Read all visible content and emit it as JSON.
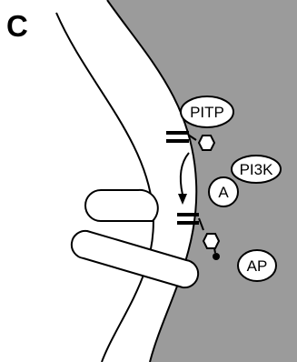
{
  "panel_letter": "C",
  "labels": {
    "pitp": "PITP",
    "pi3k": "PI3K",
    "a": "A",
    "ap": "AP"
  },
  "colors": {
    "cytoplasm": "#9b9b9b",
    "membrane": "#ffffff",
    "outline": "#000000"
  }
}
